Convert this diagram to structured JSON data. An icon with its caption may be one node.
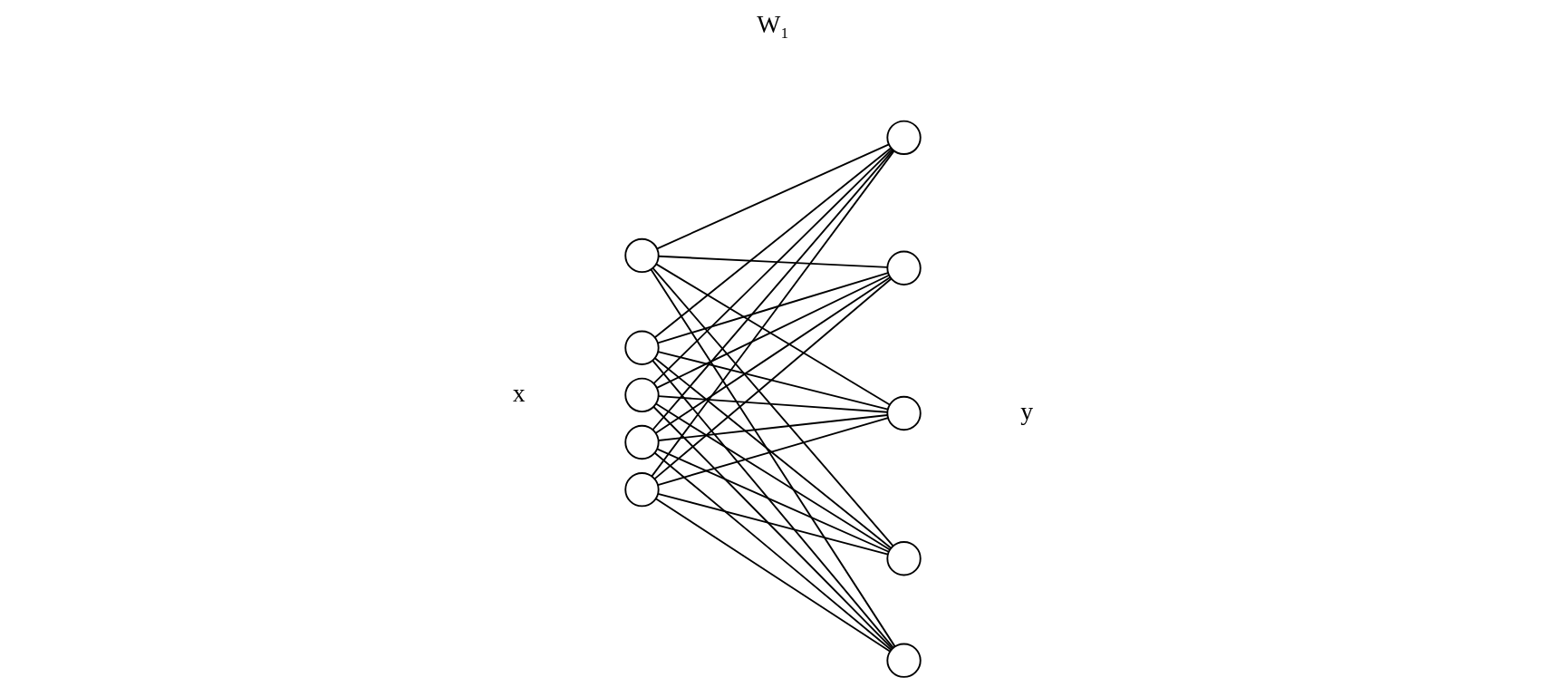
{
  "diagram": {
    "nodes": [
      {
        "text": [],
        "shape": "circle"
      },
      {
        "text": [],
        "shape": "circle"
      },
      {
        "text": [],
        "shape": "circle"
      },
      {
        "text": [],
        "shape": "circle"
      },
      {
        "text": [],
        "shape": "circle"
      },
      {
        "text": [],
        "shape": "circle"
      },
      {
        "text": [],
        "shape": "circle"
      },
      {
        "text": [],
        "shape": "circle"
      },
      {
        "text": [],
        "shape": "circle"
      },
      {
        "text": [],
        "shape": "circle"
      }
    ],
    "edges": [
      {
        "from": 0,
        "to": 5,
        "arrow": "none"
      },
      {
        "from": 0,
        "to": 6,
        "arrow": "none"
      },
      {
        "from": 0,
        "to": 7,
        "arrow": "none"
      },
      {
        "from": 0,
        "to": 8,
        "arrow": "none"
      },
      {
        "from": 0,
        "to": 9,
        "arrow": "none"
      },
      {
        "from": 1,
        "to": 5,
        "arrow": "none"
      },
      {
        "from": 1,
        "to": 6,
        "arrow": "none"
      },
      {
        "from": 1,
        "to": 7,
        "arrow": "none"
      },
      {
        "from": 1,
        "to": 8,
        "arrow": "none"
      },
      {
        "from": 1,
        "to": 9,
        "arrow": "none"
      },
      {
        "from": 2,
        "to": 5,
        "arrow": "none"
      },
      {
        "from": 2,
        "to": 6,
        "arrow": "none"
      },
      {
        "from": 2,
        "to": 7,
        "arrow": "none"
      },
      {
        "from": 2,
        "to": 8,
        "arrow": "none"
      },
      {
        "from": 2,
        "to": 9,
        "arrow": "none"
      },
      {
        "from": 3,
        "to": 5,
        "arrow": "none"
      },
      {
        "from": 3,
        "to": 6,
        "arrow": "none"
      },
      {
        "from": 3,
        "to": 7,
        "arrow": "none"
      },
      {
        "from": 3,
        "to": 8,
        "arrow": "none"
      },
      {
        "from": 3,
        "to": 9,
        "arrow": "none"
      },
      {
        "from": 4,
        "to": 5,
        "arrow": "none"
      },
      {
        "from": 4,
        "to": 6,
        "arrow": "none"
      },
      {
        "from": 4,
        "to": 7,
        "arrow": "none"
      },
      {
        "from": 4,
        "to": 8,
        "arrow": "none"
      },
      {
        "from": 4,
        "to": 9,
        "arrow": "none"
      }
    ],
    "labels": [
      "W₁",
      "x",
      "y"
    ]
  }
}
